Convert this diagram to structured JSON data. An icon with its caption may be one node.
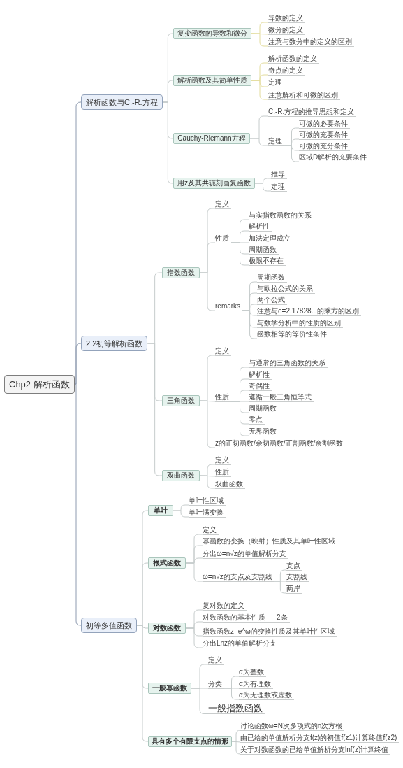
{
  "diagram": {
    "nodes": [
      {
        "text": [
          "Chp2 解析函数"
        ]
      },
      {
        "text": [
          "解析函数与C.-R.方程"
        ]
      },
      {
        "text": [
          "复变函数的导数和微分"
        ]
      },
      {
        "text": [
          "导数的定义"
        ]
      },
      {
        "text": [
          "微分的定义"
        ]
      },
      {
        "text": [
          "注意与数分中的定义的区别"
        ]
      },
      {
        "text": [
          "解析函数及其简单性质"
        ]
      },
      {
        "text": [
          "解析函数的定义"
        ]
      },
      {
        "text": [
          "奇点的定义"
        ]
      },
      {
        "text": [
          "定理"
        ]
      },
      {
        "text": [
          "注意解析和可微的区别"
        ]
      },
      {
        "text": [
          "Cauchy-Riemann方程"
        ]
      },
      {
        "text": [
          "C.-R.方程的推导思想和定义"
        ]
      },
      {
        "text": [
          "定理"
        ]
      },
      {
        "text": [
          "可微的必要条件"
        ]
      },
      {
        "text": [
          "可微的充要条件"
        ]
      },
      {
        "text": [
          "可微的充分条件"
        ]
      },
      {
        "text": [
          "区域D解析的充要条件"
        ]
      },
      {
        "text": [
          "用z及其共轭刻画复函数"
        ]
      },
      {
        "text": [
          "推导"
        ]
      },
      {
        "text": [
          "定理"
        ]
      },
      {
        "text": [
          "2.2初等解析函数"
        ]
      },
      {
        "text": [
          "指数函数"
        ]
      },
      {
        "text": [
          "定义"
        ]
      },
      {
        "text": [
          "性质"
        ]
      },
      {
        "text": [
          "与实指数函数的关系"
        ]
      },
      {
        "text": [
          "解析性"
        ]
      },
      {
        "text": [
          "加法定理成立"
        ]
      },
      {
        "text": [
          "周期函数"
        ]
      },
      {
        "text": [
          "极限不存在"
        ]
      },
      {
        "text": [
          "remarks"
        ]
      },
      {
        "text": [
          "周期函数"
        ]
      },
      {
        "text": [
          "与欧拉公式的关系"
        ]
      },
      {
        "text": [
          "两个公式"
        ]
      },
      {
        "text": [
          "注意与e=2.17828...的乘方的区别"
        ]
      },
      {
        "text": [
          "与数学分析中的性质的区别"
        ]
      },
      {
        "text": [
          "函数相等的等价性条件"
        ]
      },
      {
        "text": [
          "三角函数"
        ]
      },
      {
        "text": [
          "定义"
        ]
      },
      {
        "text": [
          "性质"
        ]
      },
      {
        "text": [
          "与通常的三角函数的关系"
        ]
      },
      {
        "text": [
          "解析性"
        ]
      },
      {
        "text": [
          "奇偶性"
        ]
      },
      {
        "text": [
          "遵循一般三角恒等式"
        ]
      },
      {
        "text": [
          "周期函数"
        ]
      },
      {
        "text": [
          "零点"
        ]
      },
      {
        "text": [
          "无界函数"
        ]
      },
      {
        "text": [
          "z的正切函数/余切函数/正割函数/余割函数"
        ]
      },
      {
        "text": [
          "双曲函数"
        ]
      },
      {
        "text": [
          "定义"
        ]
      },
      {
        "text": [
          "性质"
        ]
      },
      {
        "text": [
          "双曲函数"
        ]
      },
      {
        "text": [
          "初等多值函数"
        ]
      },
      {
        "text": [
          "单叶"
        ]
      },
      {
        "text": [
          "单叶性区域"
        ]
      },
      {
        "text": [
          "单叶满变换"
        ]
      },
      {
        "text": [
          "根式函数"
        ]
      },
      {
        "text": [
          "定义"
        ]
      },
      {
        "text": [
          "幂函数的变换（映射）性质及其单叶性区域"
        ]
      },
      {
        "text": [
          "分出ω=n√z的单值解析分支"
        ]
      },
      {
        "text": [
          "ω=n√z的支点及支割线"
        ]
      },
      {
        "text": [
          "支点"
        ]
      },
      {
        "text": [
          "支割线"
        ]
      },
      {
        "text": [
          "两岸"
        ]
      },
      {
        "text": [
          "对数函数"
        ]
      },
      {
        "text": [
          "复对数的定义"
        ]
      },
      {
        "text": [
          "对数函数的基本性质"
        ],
        "beside": [
          "2条"
        ]
      },
      {
        "text": [
          "指数函数z=e^ω的变换性质及其单叶性区域"
        ]
      },
      {
        "text": [
          "分出Lnz的单值解析分支"
        ]
      },
      {
        "text": [
          "一般幂函数"
        ]
      },
      {
        "text": [
          "定义"
        ]
      },
      {
        "text": [
          "分类"
        ]
      },
      {
        "text": [
          "α为整数"
        ]
      },
      {
        "text": [
          "α为有理数"
        ]
      },
      {
        "text": [
          "α为无理数或虚数"
        ]
      },
      {
        "text": [
          "一般指数函数"
        ]
      },
      {
        "text": [
          "具有多个有限支点的情形"
        ]
      },
      {
        "text": [
          "讨论函数ω=N次多项式的n次方根"
        ]
      },
      {
        "text": [
          "由已给的单值解析分支f(z)的初值f(z1)计算终值f(z2)"
        ]
      },
      {
        "text": [
          "关于对数函数的已给单值解析分支lnf(z)计算终值"
        ]
      }
    ],
    "edges": [
      {
        "from": 0,
        "to": 1,
        "arrow": "none",
        "color": "#8e9bb0"
      },
      {
        "from": 1,
        "to": 2,
        "arrow": "none"
      },
      {
        "from": 2,
        "to": 3,
        "arrow": "none",
        "color": "#e3dc9c"
      },
      {
        "from": 2,
        "to": 4,
        "arrow": "none",
        "color": "#e3dc9c"
      },
      {
        "from": 2,
        "to": 5,
        "arrow": "none",
        "color": "#e3dc9c"
      },
      {
        "from": 1,
        "to": 6,
        "arrow": "none"
      },
      {
        "from": 6,
        "to": 7,
        "arrow": "none",
        "color": "#e3dc9c"
      },
      {
        "from": 6,
        "to": 8,
        "arrow": "none",
        "color": "#e3dc9c"
      },
      {
        "from": 6,
        "to": 9,
        "arrow": "none",
        "color": "#e3dc9c"
      },
      {
        "from": 6,
        "to": 10,
        "arrow": "none",
        "color": "#e3dc9c"
      },
      {
        "from": 1,
        "to": 11,
        "arrow": "none"
      },
      {
        "from": 11,
        "to": 12,
        "arrow": "none"
      },
      {
        "from": 11,
        "to": 13,
        "arrow": "none"
      },
      {
        "from": 13,
        "to": 14,
        "arrow": "none"
      },
      {
        "from": 13,
        "to": 15,
        "arrow": "none"
      },
      {
        "from": 13,
        "to": 16,
        "arrow": "none"
      },
      {
        "from": 13,
        "to": 17,
        "arrow": "none"
      },
      {
        "from": 1,
        "to": 18,
        "arrow": "none"
      },
      {
        "from": 18,
        "to": 19,
        "arrow": "none"
      },
      {
        "from": 18,
        "to": 20,
        "arrow": "none"
      },
      {
        "from": 0,
        "to": 21,
        "arrow": "none",
        "color": "#8e9bb0"
      },
      {
        "from": 21,
        "to": 22,
        "arrow": "none"
      },
      {
        "from": 22,
        "to": 23,
        "arrow": "none"
      },
      {
        "from": 22,
        "to": 24,
        "arrow": "none"
      },
      {
        "from": 24,
        "to": 25,
        "arrow": "none"
      },
      {
        "from": 24,
        "to": 26,
        "arrow": "none"
      },
      {
        "from": 24,
        "to": 27,
        "arrow": "none"
      },
      {
        "from": 24,
        "to": 28,
        "arrow": "none"
      },
      {
        "from": 24,
        "to": 29,
        "arrow": "none"
      },
      {
        "from": 22,
        "to": 30,
        "arrow": "none"
      },
      {
        "from": 30,
        "to": 31,
        "arrow": "none"
      },
      {
        "from": 30,
        "to": 32,
        "arrow": "none"
      },
      {
        "from": 30,
        "to": 33,
        "arrow": "none"
      },
      {
        "from": 30,
        "to": 34,
        "arrow": "none"
      },
      {
        "from": 30,
        "to": 35,
        "arrow": "none"
      },
      {
        "from": 30,
        "to": 36,
        "arrow": "none"
      },
      {
        "from": 21,
        "to": 37,
        "arrow": "none"
      },
      {
        "from": 37,
        "to": 38,
        "arrow": "none"
      },
      {
        "from": 37,
        "to": 39,
        "arrow": "none"
      },
      {
        "from": 39,
        "to": 40,
        "arrow": "none"
      },
      {
        "from": 39,
        "to": 41,
        "arrow": "none"
      },
      {
        "from": 39,
        "to": 42,
        "arrow": "none"
      },
      {
        "from": 39,
        "to": 43,
        "arrow": "none"
      },
      {
        "from": 39,
        "to": 44,
        "arrow": "none"
      },
      {
        "from": 39,
        "to": 45,
        "arrow": "none"
      },
      {
        "from": 39,
        "to": 46,
        "arrow": "none"
      },
      {
        "from": 37,
        "to": 47,
        "arrow": "none"
      },
      {
        "from": 21,
        "to": 48,
        "arrow": "none"
      },
      {
        "from": 48,
        "to": 49,
        "arrow": "none"
      },
      {
        "from": 48,
        "to": 50,
        "arrow": "none"
      },
      {
        "from": 48,
        "to": 51,
        "arrow": "none"
      },
      {
        "from": 0,
        "to": 52,
        "arrow": "none",
        "color": "#8e9bb0"
      },
      {
        "from": 52,
        "to": 53,
        "arrow": "none"
      },
      {
        "from": 53,
        "to": 54,
        "arrow": "none"
      },
      {
        "from": 53,
        "to": 55,
        "arrow": "none"
      },
      {
        "from": 52,
        "to": 56,
        "arrow": "none"
      },
      {
        "from": 56,
        "to": 57,
        "arrow": "none"
      },
      {
        "from": 56,
        "to": 58,
        "arrow": "none"
      },
      {
        "from": 56,
        "to": 59,
        "arrow": "none"
      },
      {
        "from": 56,
        "to": 60,
        "arrow": "none"
      },
      {
        "from": 60,
        "to": 61,
        "arrow": "none"
      },
      {
        "from": 60,
        "to": 62,
        "arrow": "none"
      },
      {
        "from": 60,
        "to": 63,
        "arrow": "none"
      },
      {
        "from": 52,
        "to": 64,
        "arrow": "none"
      },
      {
        "from": 64,
        "to": 65,
        "arrow": "none"
      },
      {
        "from": 64,
        "to": 66,
        "arrow": "none"
      },
      {
        "from": 64,
        "to": 67,
        "arrow": "none"
      },
      {
        "from": 64,
        "to": 68,
        "arrow": "none"
      },
      {
        "from": 52,
        "to": 69,
        "arrow": "none"
      },
      {
        "from": 69,
        "to": 70,
        "arrow": "none"
      },
      {
        "from": 69,
        "to": 71,
        "arrow": "none"
      },
      {
        "from": 71,
        "to": 72,
        "arrow": "none"
      },
      {
        "from": 71,
        "to": 73,
        "arrow": "none"
      },
      {
        "from": 71,
        "to": 74,
        "arrow": "none"
      },
      {
        "from": 69,
        "to": 75,
        "arrow": "none"
      },
      {
        "from": 52,
        "to": 76,
        "arrow": "none"
      },
      {
        "from": 76,
        "to": 77,
        "arrow": "none"
      },
      {
        "from": 76,
        "to": 78,
        "arrow": "none"
      },
      {
        "from": 76,
        "to": 79,
        "arrow": "none"
      }
    ]
  }
}
